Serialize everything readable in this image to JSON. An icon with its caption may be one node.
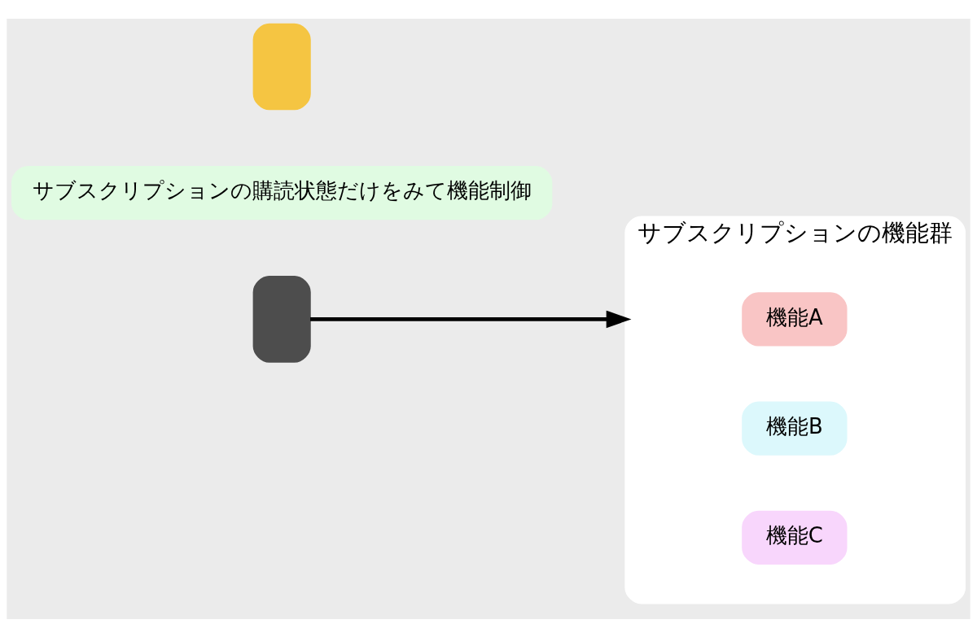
{
  "diagram": {
    "nodes": [
      {
        "text": [],
        "shape": "person"
      },
      {
        "text": [
          "サブスクリプションの購読状態だけをみて機能制御"
        ]
      },
      {
        "text": [],
        "shape": "person"
      },
      {
        "text": [
          "サブスクリプションの機能群"
        ]
      },
      {
        "text": [
          "機能A"
        ],
        "in": 3
      },
      {
        "text": [
          "機能B"
        ],
        "in": 3
      },
      {
        "text": [
          "機能C"
        ],
        "in": 3
      }
    ],
    "edges": [
      {
        "from": 2,
        "to": 3,
        "arrow": "to"
      }
    ]
  }
}
